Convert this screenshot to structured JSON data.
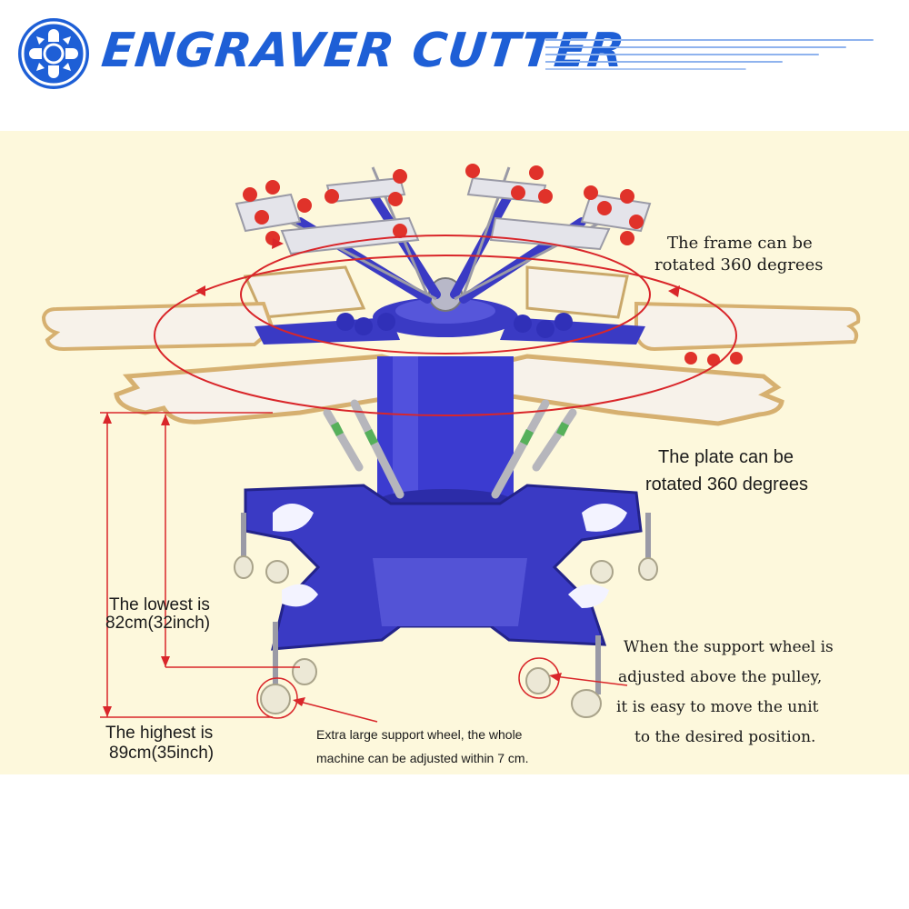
{
  "brand": {
    "name": "ENGRAVER CUTTER",
    "color": "#1e5fd6"
  },
  "annotations": {
    "frame_rotation": [
      "The frame can be",
      "rotated 360 degrees"
    ],
    "plate_rotation": [
      "The plate can be",
      "rotated 360 degrees"
    ],
    "lowest": [
      "The lowest is",
      "82cm(32inch)"
    ],
    "highest": [
      "The highest is",
      "89cm(35inch)"
    ],
    "support_wheel": [
      "Extra large support wheel, the whole",
      "machine can be adjusted within 7 cm."
    ],
    "move_unit": [
      "When the support wheel is",
      "adjusted above the pulley,",
      "it is easy to move the unit",
      "to the desired position."
    ]
  },
  "colors": {
    "machine_blue": "#3a3ac4",
    "knob_red": "#e0322a",
    "annotation_red": "#d9262a",
    "pallet": "#f7f2ea",
    "background": "#fdf8dc"
  }
}
